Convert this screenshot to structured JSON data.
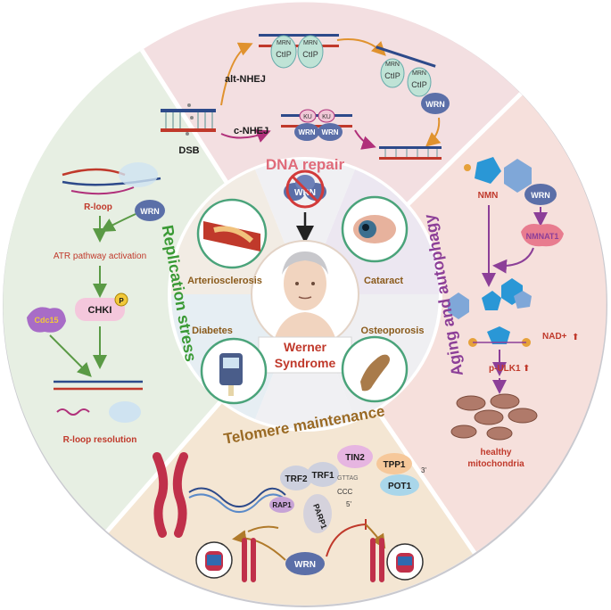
{
  "center": {
    "title_line1": "Werner",
    "title_line2": "Syndrome",
    "gene": "WRN"
  },
  "diseases": {
    "arteriosclerosis": "Arteriosclerosis",
    "cataract": "Cataract",
    "diabetes": "Diabetes",
    "osteoporosis": "Osteoporosis"
  },
  "sections": {
    "dna_repair": {
      "title": "DNA repair",
      "dsb": "DSB",
      "alt_nhej": "alt-NHEJ",
      "c_nhej": "c-NHEJ",
      "mrn": "MRN",
      "ctip": "CtIP",
      "ku": "KU",
      "wrn": "WRN"
    },
    "replication_stress": {
      "title": "Replication stress",
      "r_loop": "R-loop",
      "wrn": "WRN",
      "atr": "ATR pathway activation",
      "chk1": "CHKI",
      "p": "P",
      "cdc": "Cdc15",
      "resolution": "R-loop resolution"
    },
    "aging": {
      "title": "Aging and autophagy",
      "nmn": "NMN",
      "wrn": "WRN",
      "nmnat1": "NMNAT1",
      "nad": "NAD+",
      "pulk1": "p-ULK1",
      "arrow_up": "⬆",
      "mito_line1": "healthy",
      "mito_line2": "mitochondria"
    },
    "telomere": {
      "title": "Telomere maintenance",
      "tin2": "TIN2",
      "tpp1": "TPP1",
      "pot1": "POT1",
      "trf2": "TRF2",
      "trf1": "TRF1",
      "rap1": "RAP1",
      "parp1": "PARP1",
      "wrn": "WRN",
      "seq": "GTTAG",
      "ccc": "CCC",
      "prime3": "3'",
      "prime5": "5'"
    }
  },
  "colors": {
    "dna_repair_bg": "#f3dfe1",
    "replication_bg": "#e7efe3",
    "aging_bg": "#f6e0dc",
    "telomere_bg": "#f4e6d3",
    "inner_bg": "#f3f4f6",
    "wrn": "#5b6fa8",
    "green_text": "#3a9a35",
    "purple_text": "#8c3f98",
    "brown_text": "#9a6a24",
    "red_text": "#c0392b"
  }
}
